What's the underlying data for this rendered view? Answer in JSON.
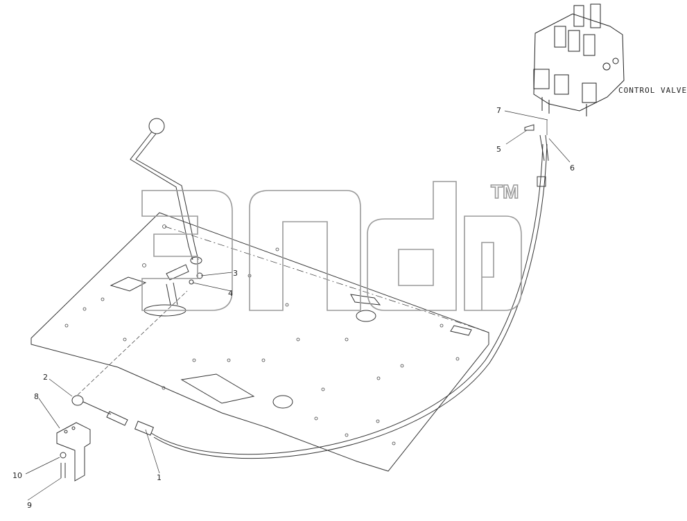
{
  "diagram": {
    "component_label": "CONTROL VALVE",
    "watermark_mark": "TM",
    "callouts": [
      "1",
      "2",
      "3",
      "4",
      "5",
      "6",
      "7",
      "8",
      "9",
      "10"
    ]
  }
}
